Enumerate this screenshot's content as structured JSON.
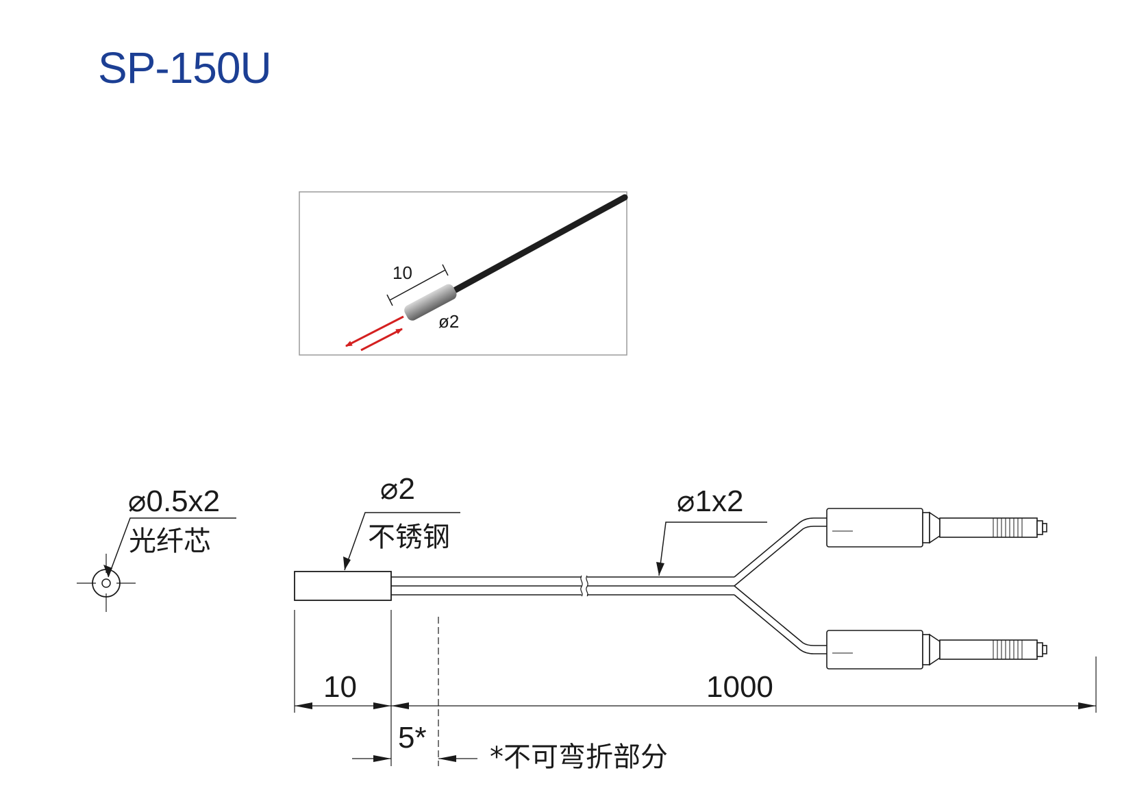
{
  "title": "SP-150U",
  "photo": {
    "length_label": "10",
    "diameter_label": "ø2"
  },
  "cross_section": {
    "dimension_label": "⌀0.5x2",
    "material_label": "光纤芯"
  },
  "sleeve": {
    "diameter_label": "⌀2",
    "material_label": "不锈钢"
  },
  "cable": {
    "diameter_label": "⌀1x2"
  },
  "dimensions": {
    "sleeve_length": "10",
    "cable_length": "1000",
    "rigid_length": "5*"
  },
  "footnote": "*不可弯折部分",
  "colors": {
    "title": "#1c3f94",
    "arrow": "#d42020",
    "line": "#1a1a1a"
  }
}
